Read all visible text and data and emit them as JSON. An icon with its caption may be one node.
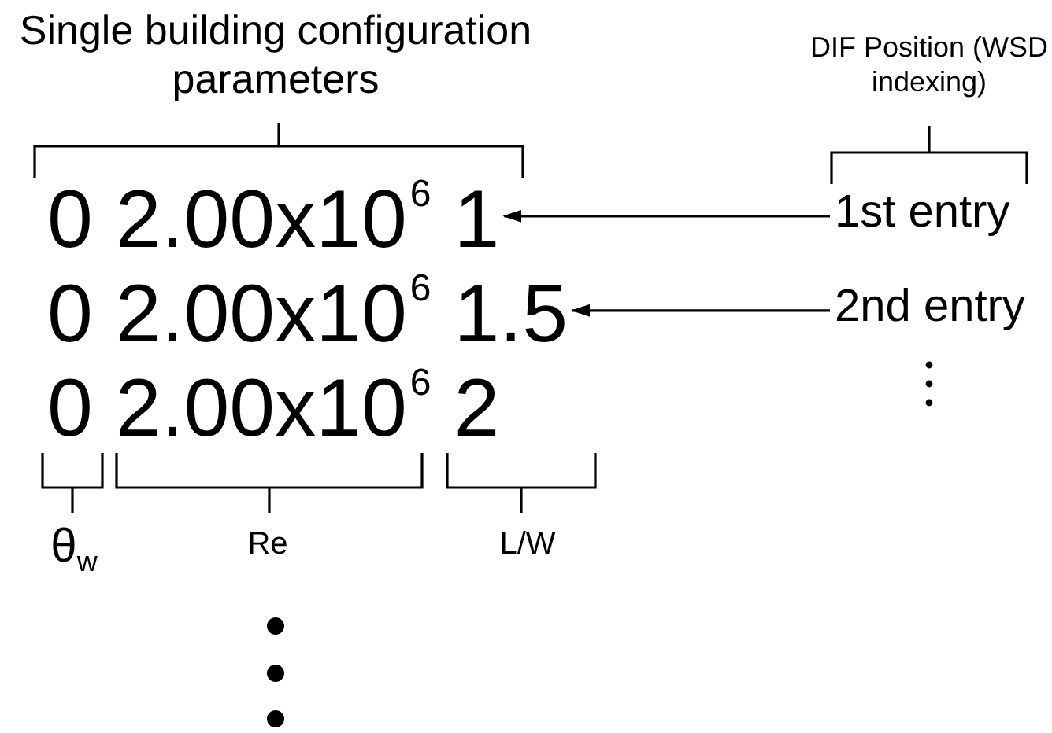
{
  "diagram": {
    "nodes": [
      {
        "text": [
          "0 2.00x10$^{6}$ 1"
        ]
      },
      {
        "text": [
          "1st entry"
        ]
      },
      {
        "text": [
          "0 2.00x10$^{6}$ 1.5"
        ]
      },
      {
        "text": [
          "2nd entry"
        ]
      },
      {
        "text": [
          "0 2.00x10$^{6}$ 2"
        ]
      }
    ],
    "edges": [
      {
        "from": 1,
        "to": 0,
        "arrow": "to"
      },
      {
        "from": 3,
        "to": 2,
        "arrow": "to"
      }
    ],
    "labels": [
      "Single building configuration parameters",
      "DIF Position (WSD indexing)",
      "θ$_{w}$",
      "Re",
      "L/W"
    ]
  }
}
